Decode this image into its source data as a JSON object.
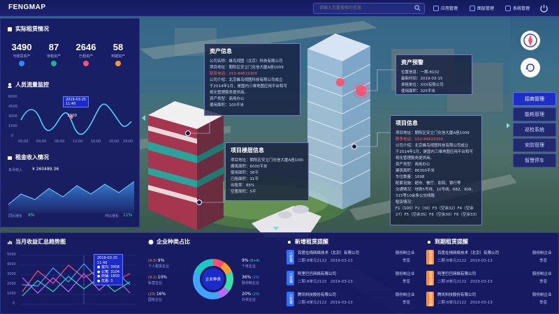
{
  "app": {
    "title": "FENGMAP"
  },
  "search": {
    "placeholder": "请输入您要搜索的信息"
  },
  "topnav": [
    {
      "label": "应用管理"
    },
    {
      "label": "图层管理"
    },
    {
      "label": "系统管理"
    }
  ],
  "rental": {
    "title": "实际租赁情况",
    "stats": [
      {
        "value": "3490",
        "label": "可租赁资产",
        "color": "#2f8cff"
      },
      {
        "value": "87",
        "label": "待租资产",
        "color": "#19b394"
      },
      {
        "value": "2646",
        "label": "已租资产",
        "color": "#ff4f6d"
      },
      {
        "value": "58",
        "label": "到期资产",
        "color": "#ff9a2f"
      }
    ]
  },
  "traffic": {
    "title": "人员流量监控",
    "y_ticks": [
      "6000",
      "4500",
      "3000",
      "1500",
      "0"
    ],
    "x_ticks": [
      "00:00",
      "04:00",
      "08:00",
      "12:00",
      "16:00",
      "20:00",
      "24:00"
    ],
    "tooltip": {
      "date": "2019-03-25",
      "time": "11:40",
      "value": "3900"
    }
  },
  "income": {
    "title": "租金收入情况",
    "label": "本月收入",
    "value": "¥ 260489.36",
    "left_label": "同比增长",
    "left_value": "9%",
    "right_label": "环比增长",
    "right_value": "11%"
  },
  "revenue": {
    "title": "当月收益汇总趋势图",
    "y_ticks": [
      "5000",
      "4000",
      "3000",
      "2000",
      "1000",
      "0"
    ],
    "tooltip": {
      "date": "2019-03-25",
      "time": "11:40",
      "rows": [
        "● 室内: 3958",
        "● 公寓: 3104",
        "● 商铺: 1950",
        "● 优惠: 3"
      ]
    }
  },
  "enterprise": {
    "title": "企业种类占比",
    "center": "企业种类",
    "items": [
      {
        "pct": "9%",
        "count": "(4-3)",
        "label": "个人租赁企业"
      },
      {
        "pct": "10%",
        "count": "(9-2)",
        "label": "私营企业"
      },
      {
        "pct": "16%",
        "count": "(23)",
        "label": "国有企业"
      },
      {
        "pct": "9%",
        "count": "(8+4)",
        "label": "个体企业"
      },
      {
        "pct": "36%",
        "count": "(23)",
        "label": "股份制企业"
      },
      {
        "pct": "20%",
        "count": "(23)",
        "label": "外资企业"
      }
    ]
  },
  "new_leases": {
    "title": "新增租赁提醒",
    "tag": "已签署",
    "rows": [
      {
        "name": "百度在线网络技术（北京）有限公司",
        "addr": "二期-8单元2122",
        "date": "2019-03-13",
        "type": "股份制企业",
        "term": "季普"
      },
      {
        "name": "阿里巴巴网络有限公司",
        "addr": "二期-8单元2122",
        "date": "2019-03-13",
        "type": "股份制企业",
        "term": "季普"
      },
      {
        "name": "腾讯科技股份有限公司",
        "addr": "二期-8单元2122",
        "date": "2019-03-13",
        "type": "股份制企业",
        "term": "季普"
      }
    ]
  },
  "expiring": {
    "title": "到期租赁提醒",
    "tag": "即将到期",
    "rows": [
      {
        "name": "百度在线网络技术（北京）有限公司",
        "addr": "二期-8单元2122",
        "date": "2019-03-13",
        "type": "股份制企业",
        "term": "季普"
      },
      {
        "name": "阿里巴巴网络有限公司",
        "addr": "二期-8单元2122",
        "date": "2019-03-13",
        "type": "股份制企业",
        "term": "季普"
      },
      {
        "name": "腾讯科技股份有限公司",
        "addr": "二期-8单元2122",
        "date": "2019-03-13",
        "type": "股份制企业",
        "term": "季普"
      }
    ]
  },
  "asset_card": {
    "title": "资产信息",
    "rows": [
      "公司名称：蜂鸟视图（北京）科技有限公司",
      "项目地址：朝阳区安立门化信大厦A座1009",
      "联系电话：010-84819300",
      "公司介绍：北京蜂鸟视图科技有限公司成立",
      "于2014年1月，是国内三维地图应用平台和可",
      "视化管理服务提供商。",
      "资产类型：商用办公",
      "使用面积：100平米"
    ]
  },
  "floor_card": {
    "title": "项目楼层信息",
    "rows": [
      "项目地址：朝阳区安立门化信大厦A座1009",
      "建筑面积：6000平米",
      "使用面积：36平",
      "已租面积：31平",
      "出租率：86%",
      "空置面积：5平"
    ]
  },
  "alarm_card": {
    "title": "资产预警",
    "rows": [
      "位置信息：一期-8102",
      "最新时间：2019-03-15",
      "承租单位：XXX有限公司",
      "使用面积：325平米"
    ]
  },
  "project_card": {
    "title": "项目信息",
    "rows": [
      "项目地址：朝阳区安立门化信大厦A座1009",
      "联系电话：010-84819300",
      "公司介绍：北京蜂鸟视图科技有限公司成立",
      "于2014年1月，是国内三维地图应用平台和可",
      "视化管理服务提供商。",
      "资产类型：商用办公",
      "建筑面积：86300平米",
      "车位数量：1698",
      "配套设施：超市、餐厅、影院、银行等",
      "交通情况：地铁5号线、10号线、682、908、",
      "315等10余条公交线路",
      "租赁情况：",
      "F1（100）F2（30）F3（空余32）F4（空余",
      "27）F5（空余35）F6（空余30）F6（空余33）"
    ]
  },
  "side_menu": [
    {
      "label": "招商管理",
      "active": true
    },
    {
      "label": "能耗管理",
      "active": false
    },
    {
      "label": "巡检系统",
      "active": false
    },
    {
      "label": "安防管理",
      "active": false
    },
    {
      "label": "智慧停车",
      "active": false
    }
  ]
}
